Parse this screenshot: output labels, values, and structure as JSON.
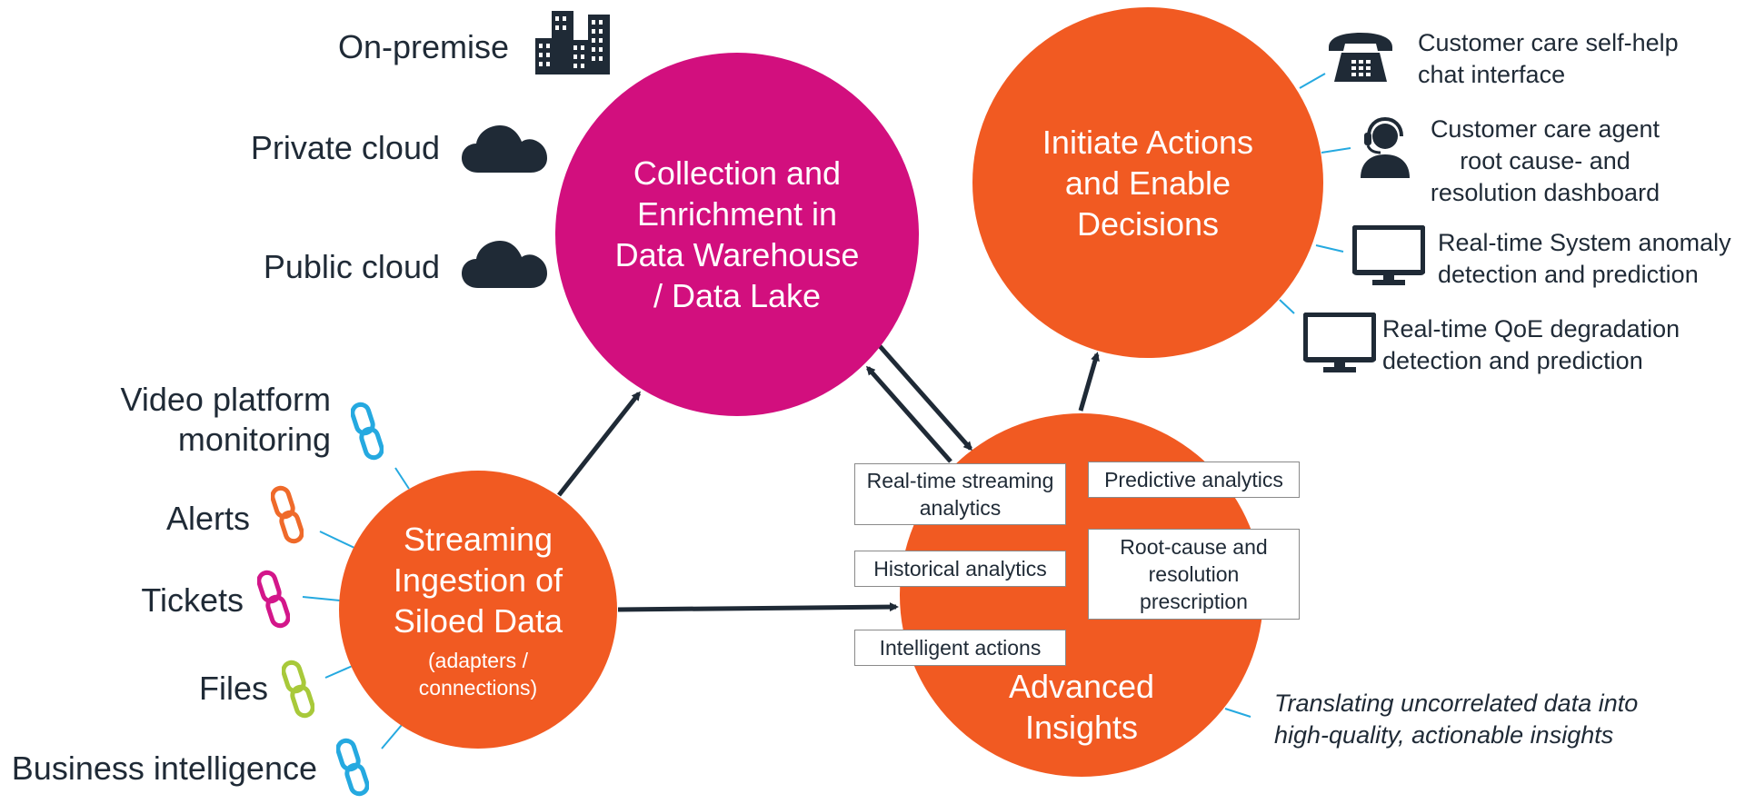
{
  "colors": {
    "magenta": "#d20f7e",
    "orange": "#f15a22",
    "navy": "#1f2a36",
    "cyan": "#25a9e0",
    "icon_orange": "#ef6a2a",
    "icon_magenta": "#d3168a",
    "icon_lime": "#a8c93a",
    "box_border": "#8a8a8a"
  },
  "deployment_sources": [
    {
      "label": "On-premise",
      "icon": "buildings-icon"
    },
    {
      "label": "Private cloud",
      "icon": "cloud-icon"
    },
    {
      "label": "Public cloud",
      "icon": "cloud-icon"
    }
  ],
  "data_sources": [
    {
      "label": "Video platform\nmonitoring",
      "icon": "link-icon",
      "color": "#25a9e0"
    },
    {
      "label": "Alerts",
      "icon": "link-icon",
      "color": "#ef6a2a"
    },
    {
      "label": "Tickets",
      "icon": "link-icon",
      "color": "#d3168a"
    },
    {
      "label": "Files",
      "icon": "link-icon",
      "color": "#a8c93a"
    },
    {
      "label": "Business intelligence",
      "icon": "link-icon",
      "color": "#25a9e0"
    }
  ],
  "circles": {
    "collection": {
      "title": "Collection and\nEnrichment in\nData Warehouse\n/ Data Lake"
    },
    "ingestion": {
      "title": "Streaming\nIngestion of\nSiloed Data",
      "subtitle": "(adapters /\nconnections)"
    },
    "actions": {
      "title": "Initiate Actions\nand Enable\nDecisions"
    },
    "insights": {
      "title": "Advanced\nInsights"
    }
  },
  "analytics_boxes": [
    "Real-time streaming\nanalytics",
    "Predictive analytics",
    "Historical analytics",
    "Root-cause and\nresolution\nprescription",
    "Intelligent actions"
  ],
  "outcomes": [
    {
      "label": "Customer care self-help\nchat interface",
      "icon": "telephone-icon"
    },
    {
      "label": "Customer care agent\nroot cause- and\nresolution dashboard",
      "icon": "agent-headset-icon"
    },
    {
      "label": "Real-time System anomaly\ndetection and prediction",
      "icon": "monitor-icon"
    },
    {
      "label": "Real-time QoE degradation\ndetection and prediction",
      "icon": "monitor-icon"
    }
  ],
  "caption": "Translating uncorrelated data into\nhigh-quality, actionable insights"
}
